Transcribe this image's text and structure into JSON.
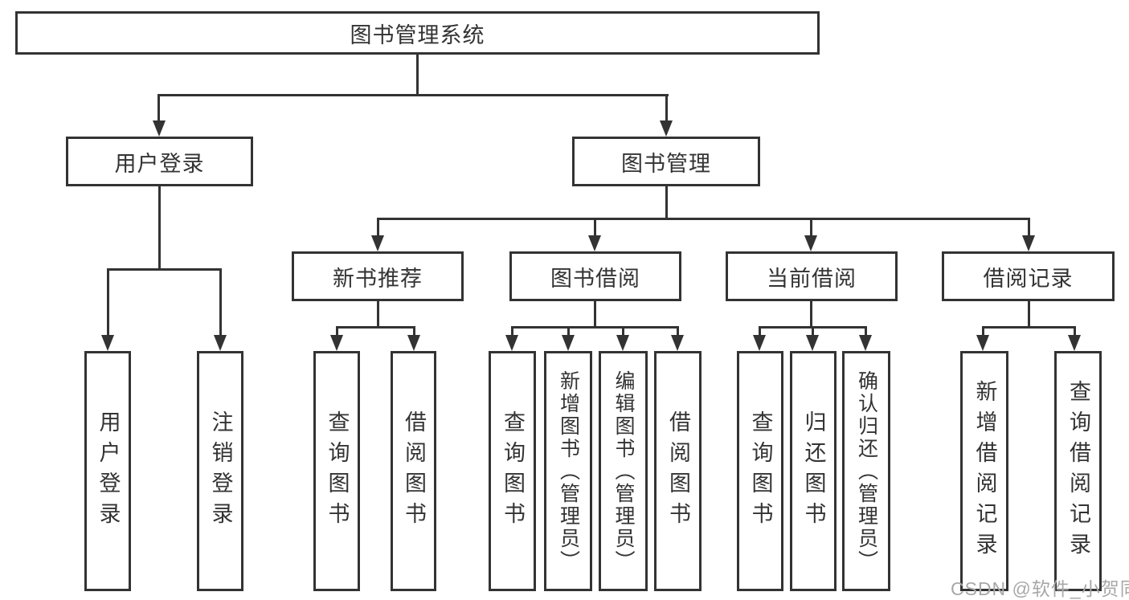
{
  "diagram": {
    "title": "图书管理系统",
    "root": {
      "label": "图书管理系统"
    },
    "level2": [
      {
        "label": "用户登录"
      },
      {
        "label": "图书管理"
      }
    ],
    "level3": [
      {
        "label": "新书推荐",
        "parent": "图书管理"
      },
      {
        "label": "图书借阅",
        "parent": "图书管理"
      },
      {
        "label": "当前借阅",
        "parent": "图书管理"
      },
      {
        "label": "借阅记录",
        "parent": "图书管理"
      }
    ],
    "leaves": [
      {
        "label": "用户登录",
        "parent": "用户登录"
      },
      {
        "label": "注销登录",
        "parent": "用户登录"
      },
      {
        "label": "查询图书",
        "parent": "新书推荐"
      },
      {
        "label": "借阅图书",
        "parent": "新书推荐"
      },
      {
        "label": "查询图书",
        "parent": "图书借阅"
      },
      {
        "label": "新增图书（管理员）",
        "parent": "图书借阅"
      },
      {
        "label": "编辑图书（管理员）",
        "parent": "图书借阅"
      },
      {
        "label": "借阅图书",
        "parent": "图书借阅"
      },
      {
        "label": "查询图书",
        "parent": "当前借阅"
      },
      {
        "label": "归还图书",
        "parent": "当前借阅"
      },
      {
        "label": "确认归还（管理员）",
        "parent": "当前借阅"
      },
      {
        "label": "新增借阅记录",
        "parent": "借阅记录"
      },
      {
        "label": "查询借阅记录",
        "parent": "借阅记录"
      }
    ]
  },
  "watermark": {
    "text": "CSDN @软件_小贺同学"
  },
  "colors": {
    "line": "#333333",
    "text": "#333333",
    "background": "#ffffff",
    "watermark": "#a8a8a8"
  }
}
